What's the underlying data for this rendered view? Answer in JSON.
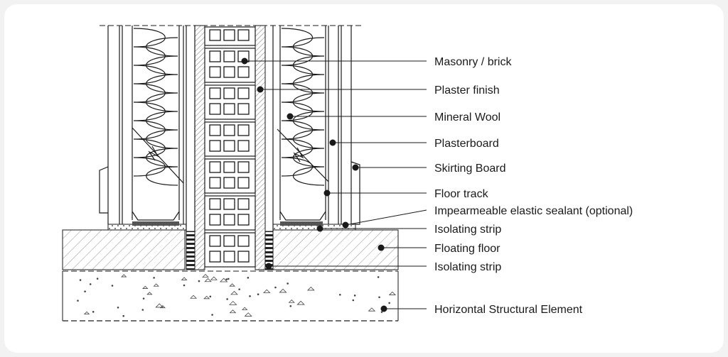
{
  "labels": {
    "masonry": "Masonry / brick",
    "plaster_finish": "Plaster finish",
    "mineral_wool": "Mineral Wool",
    "plasterboard": "Plasterboard",
    "skirting_board": "Skirting Board",
    "floor_track": "Floor track",
    "sealant": "Impearmeable elastic sealant (optional)",
    "isolating_strip_upper": "Isolating strip",
    "floating_floor": "Floating floor",
    "isolating_strip_lower": "Isolating strip",
    "structural_element": "Horizontal Structural Element"
  },
  "colors": {
    "line": "#1a1a1a",
    "background": "#f2f2f2",
    "panel": "#ffffff"
  }
}
